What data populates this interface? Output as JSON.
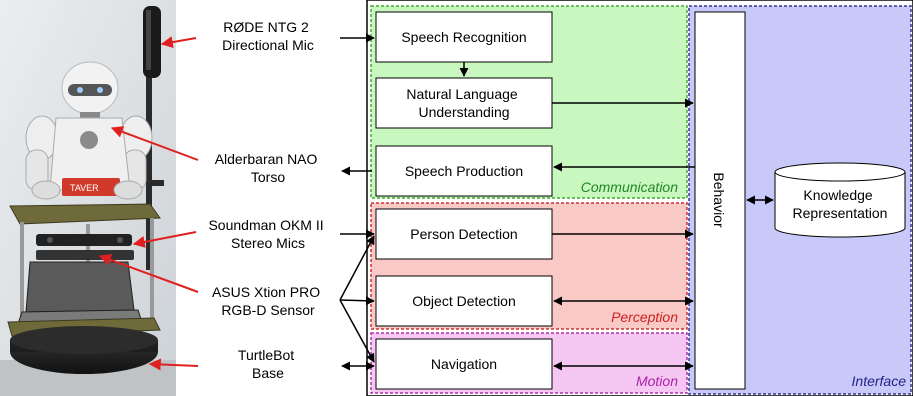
{
  "photo": {
    "labels": [
      {
        "id": "mic",
        "lines": [
          "RØDE NTG 2",
          "Directional Mic"
        ]
      },
      {
        "id": "nao",
        "lines": [
          "Alderbaran NAO",
          "Torso"
        ]
      },
      {
        "id": "stereo",
        "lines": [
          "Soundman OKM II",
          "Stereo Mics"
        ]
      },
      {
        "id": "xtion",
        "lines": [
          "ASUS Xtion PRO",
          "RGB-D Sensor"
        ]
      },
      {
        "id": "turtlebot",
        "lines": [
          "TurtleBot",
          "Base"
        ]
      }
    ],
    "robot_sticker_text": "TAVER"
  },
  "groups": {
    "communication": {
      "label": "Communication",
      "color": "#c8f7c0",
      "border": "#44aa33",
      "text_color": "#228822"
    },
    "perception": {
      "label": "Perception",
      "color": "#f9c9c6",
      "border": "#cc3333",
      "text_color": "#cc2222"
    },
    "motion": {
      "label": "Motion",
      "color": "#f7c7f4",
      "border": "#aa33aa",
      "text_color": "#aa22aa"
    },
    "interface": {
      "label": "Interface",
      "color": "#c9c9f9",
      "border": "#333399",
      "text_color": "#222288"
    }
  },
  "modules": {
    "speech_recognition": [
      "Speech Recognition"
    ],
    "nlu": [
      "Natural Language",
      "Understanding"
    ],
    "speech_production": [
      "Speech Production"
    ],
    "person_detection": [
      "Person Detection"
    ],
    "object_detection": [
      "Object Detection"
    ],
    "navigation": [
      "Navigation"
    ],
    "behavior": "Behavior",
    "knowledge": [
      "Knowledge",
      "Representation"
    ]
  }
}
